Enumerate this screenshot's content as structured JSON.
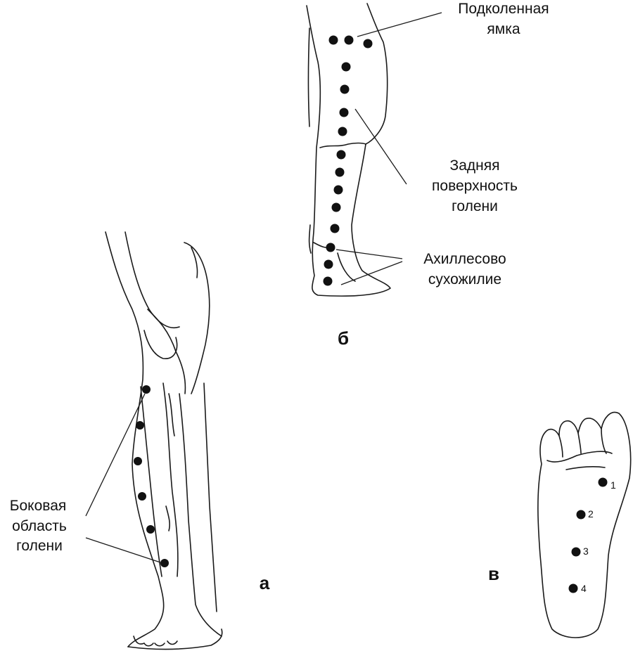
{
  "figure": {
    "panel_a": {
      "letter": "а",
      "label_lines": [
        "Боковая",
        "область",
        "голени"
      ]
    },
    "panel_b": {
      "letter": "б",
      "popliteal_lines": [
        "Подколенная",
        "ямка"
      ],
      "posterior_lines": [
        "Задняя",
        "поверхность",
        "голени"
      ],
      "achilles_lines": [
        "Ахиллесово",
        "сухожилие"
      ]
    },
    "panel_c": {
      "letter": "в",
      "point_numbers": [
        "1",
        "2",
        "3",
        "4"
      ]
    }
  }
}
